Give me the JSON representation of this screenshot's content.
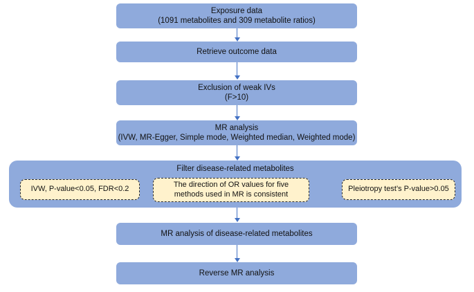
{
  "steps": {
    "exposure": {
      "line1": "Exposure data",
      "line2": "(1091 metabolites and 309 metabolite ratios)"
    },
    "outcome": {
      "line1": "Retrieve outcome data"
    },
    "weak_ivs": {
      "line1": "Exclusion of weak IVs",
      "line2": "(F>10)"
    },
    "mr_analysis": {
      "line1": "MR analysis",
      "line2": "(IVW, MR-Egger, Simple mode, Weighted median, Weighted mode)"
    },
    "filter": {
      "title": "Filter disease-related metabolites",
      "criteria": [
        {
          "line1": "IVW, P-value<0.05, FDR<0.2"
        },
        {
          "line1": "The direction of OR values for five",
          "line2": "methods used in MR is consistent"
        },
        {
          "line1": "Pleiotropy test’s P-value>0.05"
        }
      ]
    },
    "mr_disease": {
      "line1": "MR analysis of disease-related metabolites"
    },
    "reverse": {
      "line1": "Reverse MR analysis"
    }
  },
  "colors": {
    "box_fill": "#8faadc",
    "criteria_fill": "#fff2cc",
    "arrow": "#4472c4"
  }
}
